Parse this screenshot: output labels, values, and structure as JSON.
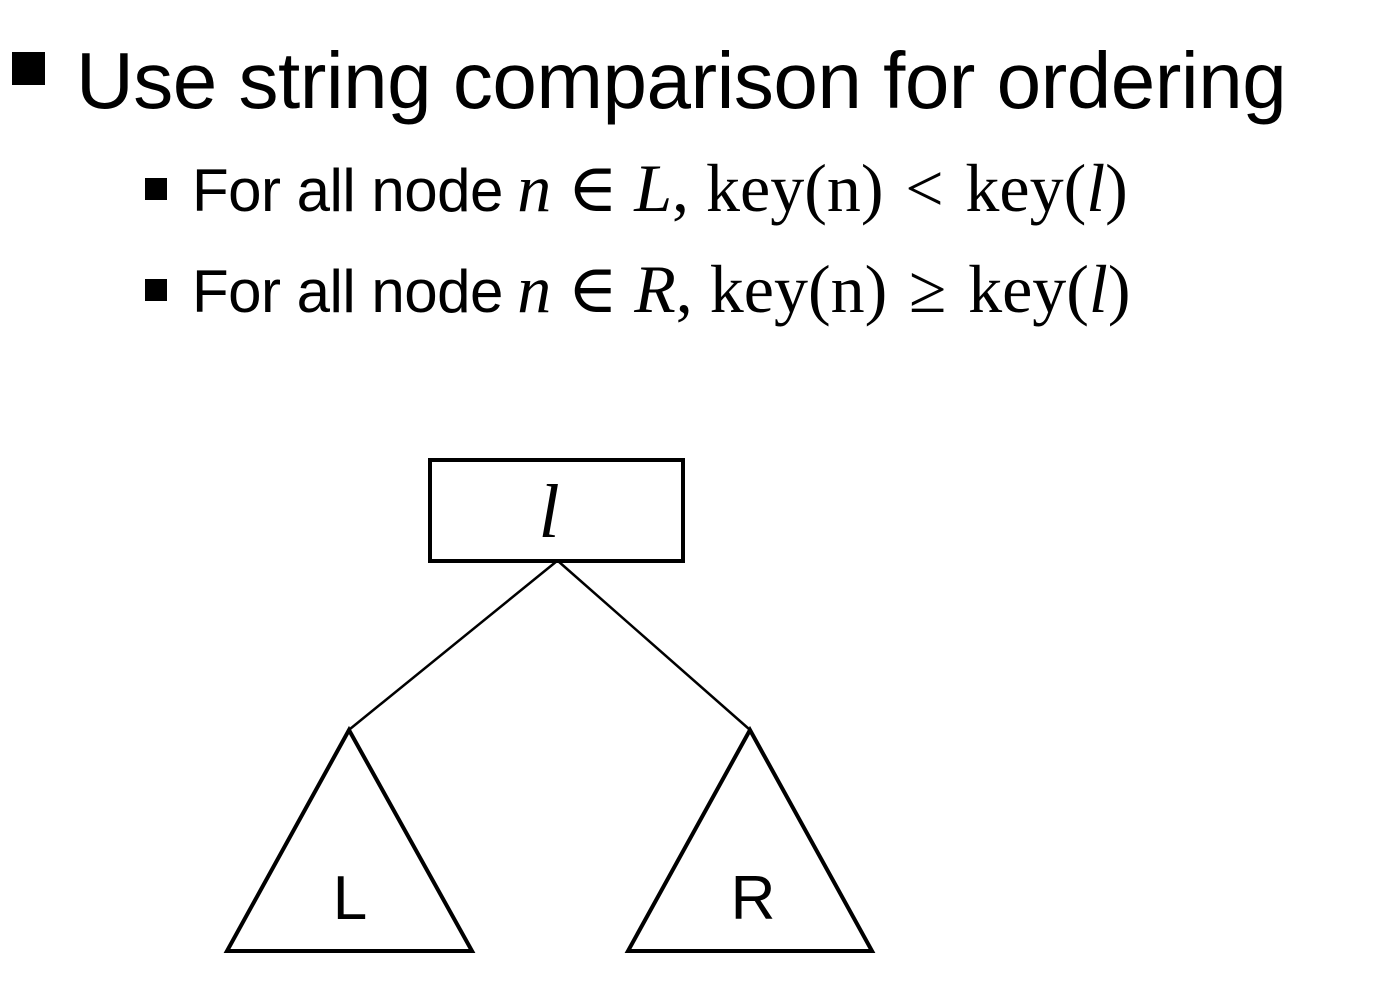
{
  "slide": {
    "title": "Use string comparison for ordering",
    "bullets": [
      {
        "prefix": "For all node",
        "var_n": "n",
        "in_symbol": "∈",
        "set_name": "L",
        "mid": ", key(n)",
        "relation": "<",
        "key_open": "key(",
        "var_l": "l",
        "key_close": ")"
      },
      {
        "prefix": "For all node",
        "var_n": "n",
        "in_symbol": "∈",
        "set_name": "R",
        "mid": ", key(n)",
        "relation": "≥",
        "key_open": "key(",
        "var_l": "l",
        "key_close": ")"
      }
    ]
  },
  "diagram": {
    "root_label": "l",
    "left_subtree_label": "L",
    "right_subtree_label": "R"
  },
  "colors": {
    "ink": "#000000",
    "background": "#ffffff"
  }
}
